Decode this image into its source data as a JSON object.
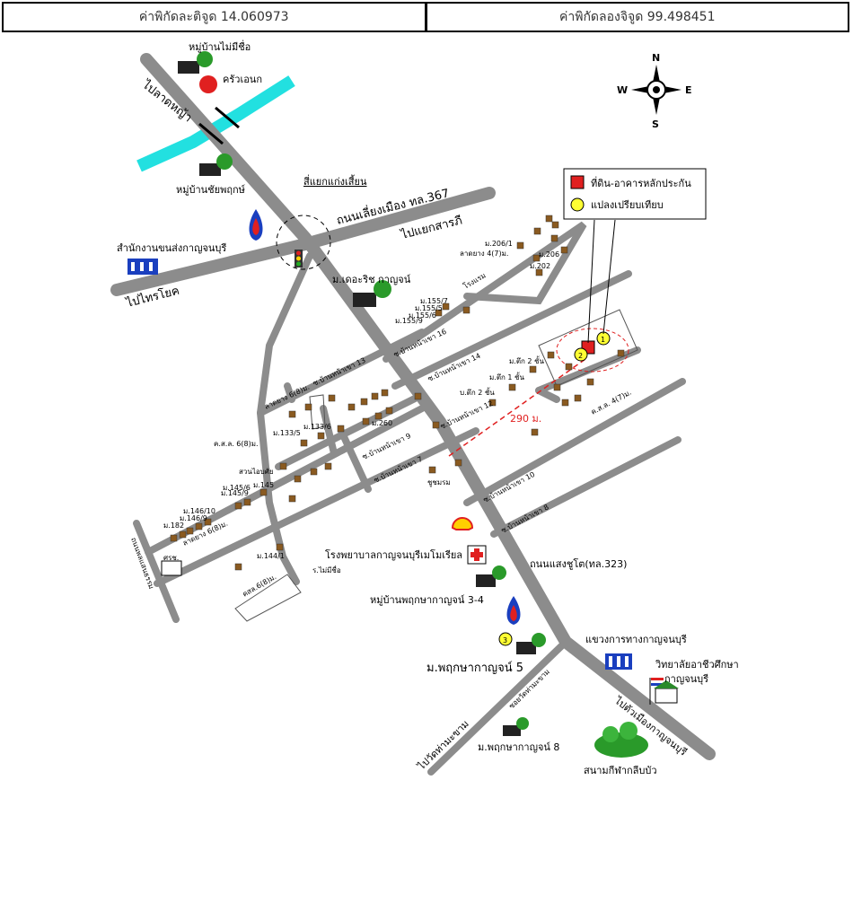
{
  "coordinates": {
    "latitude_label": "ค่าพิกัดละติจูด 14.060973",
    "longitude_label": "ค่าพิกัดลองจิจูด 99.498451"
  },
  "compass": {
    "n": "N",
    "s": "S",
    "e": "E",
    "w": "W"
  },
  "legend": {
    "subject_property": "ที่ดิน-อาคารหลักประกัน",
    "comparable": "แปลงเปรียบเทียบ",
    "subject_color": "#e02020",
    "comparable_color": "#ffff33"
  },
  "distance": "290 ม.",
  "markers": [
    "1",
    "2",
    "3"
  ],
  "labels": {
    "to_lat_ya": "ไปลาดหญ้า",
    "moo_ban_mai_mee_chue_top": "หมู่บ้านไม่มีชื่อ",
    "krua_ae_nok": "ครัวเอนก",
    "moo_ban_chai_pruek": "หมู่บ้านชัยพฤกษ์",
    "intersection": "สี่แยกแก่งเสี้ยน",
    "road_367": "ถนนเลี่ยงเมือง ทล.367",
    "to_kaeng_sian": "ไปแยกสารภี",
    "transport_office": "สำนักงานขนส่งกาญจนบุรี",
    "to_sai_yok": "ไปไทรโยค",
    "the_rich": "ม.เดอะริช กาญจน์",
    "hospital": "โรงพยาบาลกาญจนบุรีเมโมเรียล",
    "road_323": "ถนนแสงชูโต(ทล.323)",
    "pruksa_3_4": "หมู่บ้านพฤกษากาญจน์ 3-4",
    "pruksa_5": "ม.พฤกษากาญจน์ 5",
    "pruksa_8": "ม.พฤกษากาญจน์ 8",
    "highway_office": "แขวงการทางกาญจนบุรี",
    "college_line1": "วิทยาลัยอาชีวศึกษา",
    "college_line2": "กาญจนบุรี",
    "stadium": "สนามกีฬากลีบบัว",
    "to_city": "ไปตัวเมืองกาญจนบุรี",
    "to_wat": "ไปวัดท่ามะขาม",
    "soi_wat": "ซอยวัดท่ามะขาม",
    "thanon_phon": "ถนนพลแสนธรรม",
    "soi_13": "ซ.บ้านหน้าเขา 13",
    "soi_14": "ซ.บ้านหน้าเขา 14",
    "soi_16": "ซ.บ้านหน้าเขา 16",
    "soi_12": "ซ.บ้านหน้าเขา 12",
    "soi_9": "ซ.บ้านหน้าเขา 9",
    "soi_7": "ซ.บ้านหน้าเขา 7",
    "soi_10": "ซ.บ้านหน้าเขา 10",
    "soi_8": "ซ.บ้านหน้าเขา 8",
    "lat_yang_4": "ลาดยาง 4(7)ม.",
    "lat_yang_6": "ลาดยาง 6(8)ม.",
    "lat_yang_6b": "ลาดยาง 6(8)ม.",
    "kosol_6": "ค.ส.ล. 6(8)ม.",
    "kosol_4": "ค.ส.ล. 4(7)ม.",
    "kosol_6b": "คสล.6(8)ม.",
    "lotus": "โรงแรม",
    "suan_lung": "สวนไอบศัย",
    "pool": "ร.ไม่มีชื่อ",
    "nursery": "ศรช.",
    "hotel_chom": "ชูชมรม",
    "house_labels": [
      "ม.206/1",
      "ม.206",
      "ม.202",
      "ม.155/7",
      "ม.155/5",
      "ม.155/6",
      "ม.155/9",
      "ม.ตึก 2 ชั้น",
      "ม.ตึก 1 ชั้น",
      "บ.ตึก 2 ชั้น",
      "ม.133/5",
      "ม.133/6",
      "ม.260",
      "ม.145/6",
      "ม.145",
      "ม.145/9",
      "ม.146/10",
      "ม.146/9",
      "ม.182",
      "ม.144/1"
    ]
  }
}
